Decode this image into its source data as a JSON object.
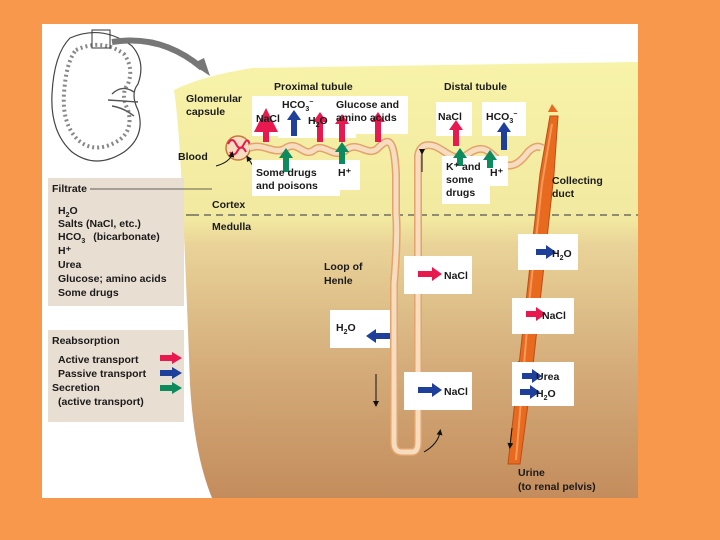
{
  "labels": {
    "proximal_tubule": "Proximal tubule",
    "distal_tubule": "Distal tubule",
    "glomerular_capsule_1": "Glomerular",
    "glomerular_capsule_2": "capsule",
    "blood": "Blood",
    "cortex": "Cortex",
    "medulla": "Medulla",
    "loop_of_henle_1": "Loop of",
    "loop_of_henle_2": "Henle",
    "collecting_duct_1": "Collecting",
    "collecting_duct_2": "duct",
    "urine_1": "Urine",
    "urine_2": "(to renal pelvis)"
  },
  "proximal_boxes": {
    "nacl": "NaCl",
    "hco3_main": "HCO",
    "hco3_sub": "3",
    "hco3_sup": "−",
    "glucose_1": "Glucose and",
    "glucose_2": "amino acids",
    "h2o_h": "H",
    "h2o_sub": "2",
    "h2o_o": "O",
    "drugs_1": "Some drugs",
    "drugs_2": "and poisons",
    "h_plus": "H⁺"
  },
  "distal_boxes": {
    "nacl": "NaCl",
    "hco3_main": "HCO",
    "hco3_sub": "3",
    "hco3_sup": "−",
    "k_1": "K⁺ and",
    "k_2": "some",
    "k_3": "drugs",
    "h_plus": "H⁺"
  },
  "medulla_boxes": {
    "loop_nacl_upper": "NaCl",
    "loop_h2o_h": "H",
    "loop_h2o_sub": "2",
    "loop_h2o_o": "O",
    "loop_nacl_lower": "NaCl",
    "duct_h2o_h": "H",
    "duct_h2o_sub": "2",
    "duct_h2o_o": "O",
    "duct_nacl": "NaCl",
    "duct_urea": "Urea",
    "duct_h2o2_h": "H",
    "duct_h2o2_sub": "2",
    "duct_h2o2_o": "O"
  },
  "filtrate_panel": {
    "title": "Filtrate",
    "h2o_h": "H",
    "h2o_sub": "2",
    "h2o_o": "O",
    "salts": "Salts (NaCl, etc.)",
    "hco3_main": "HCO",
    "hco3_sub": "3",
    "hco3_rest": "(bicarbonate)",
    "h_plus": "H⁺",
    "urea": "Urea",
    "glucose": "Glucose; amino acids",
    "drugs": "Some drugs"
  },
  "legend_panel": {
    "title": "Reabsorption",
    "active": "Active transport",
    "passive": "Passive transport",
    "secretion_1": "Secretion",
    "secretion_2": "(active transport)"
  },
  "colors": {
    "active_transport": "#E8194E",
    "passive_transport": "#1E3F9A",
    "secretion": "#0E8A5F",
    "tubule_fill": "#F6DDBF",
    "duct_fill": "#E86A1E",
    "cortex_bg": "#F6F2A4",
    "medulla_bg": "#C9966A",
    "page_bg": "#F7984D"
  }
}
